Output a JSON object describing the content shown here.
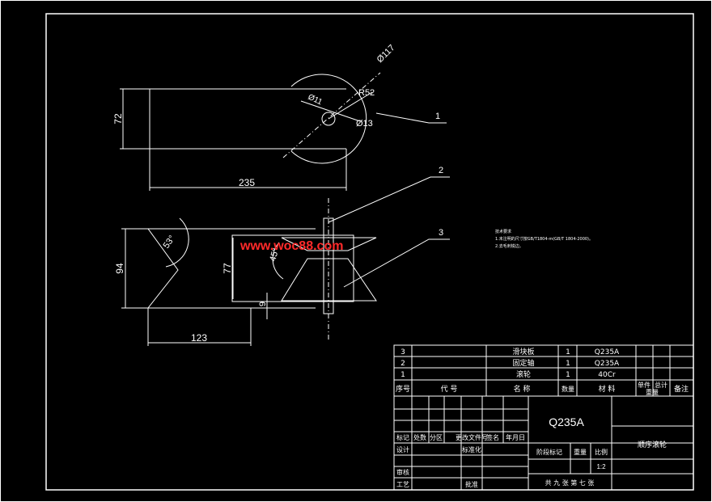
{
  "colors": {
    "background": "#000000",
    "lines": "#ffffff",
    "watermark": "#ff2a2a"
  },
  "watermark": "www.woc88.com",
  "top_view": {
    "dim_height": "72",
    "dim_width": "235",
    "dim_outer_dia": "Ø117",
    "dim_inner_dia": "Ø11",
    "dim_hole_dia": "Ø13",
    "dim_radius": "R52",
    "leader_1": "1",
    "leader_2": "2"
  },
  "front_view": {
    "dim_height": "94",
    "dim_height_inner": "77",
    "dim_width": "123",
    "dim_thickness": "9",
    "dim_angle_left": "53°",
    "dim_angle_right": "45°",
    "leader_3": "3"
  },
  "tech_notes": {
    "title": "技术要求",
    "line1": "1.未注明的尺寸按GB/T1804-m(GB/T 1804-2000)。",
    "line2": "2.去毛刺锐边。"
  },
  "bom": {
    "rows": [
      {
        "no": "3",
        "code": "",
        "name": "滑块板",
        "qty": "1",
        "material": "Q235A"
      },
      {
        "no": "2",
        "code": "",
        "name": "固定轴",
        "qty": "1",
        "material": "Q235A"
      },
      {
        "no": "1",
        "code": "",
        "name": "滚轮",
        "qty": "1",
        "material": "40Cr"
      }
    ],
    "header": {
      "no": "序号",
      "code": "代    号",
      "name": "名    称",
      "qty": "数量",
      "material": "材    料",
      "unit_weight": "单件",
      "total_weight": "总计",
      "weight": "重量",
      "remark": "备注"
    }
  },
  "title_block": {
    "material": "Q235A",
    "drawing_name": "顺序滚轮",
    "mark": "标记",
    "count": "处数",
    "zone": "分区",
    "change_doc": "更改文件号",
    "sign": "签名",
    "date": "年月日",
    "design": "设计",
    "standardize": "标准化",
    "check": "审核",
    "process": "工艺",
    "approve": "批准",
    "stage_mark": "阶段标记",
    "weight": "重量",
    "scale": "比例",
    "scale_value": "1:2",
    "sheets": "共  九  张  第  七  张"
  }
}
